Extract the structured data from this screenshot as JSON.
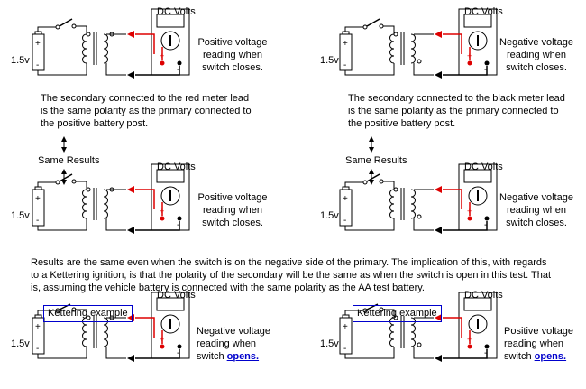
{
  "circuits": [
    {
      "id": "c1",
      "battery": "1.5v",
      "meter_title": "DC Volts",
      "desc": "Positive voltage\nreading when\nswitch closes.",
      "desc_emph": ""
    },
    {
      "id": "c2",
      "battery": "1.5v",
      "meter_title": "DC Volts",
      "desc": "Negative voltage\nreading when\nswitch closes.",
      "desc_emph": ""
    },
    {
      "id": "c3",
      "battery": "1.5v",
      "meter_title": "DC Volts",
      "desc": "Positive voltage\nreading when\nswitch closes.",
      "desc_emph": ""
    },
    {
      "id": "c4",
      "battery": "1.5v",
      "meter_title": "DC Volts",
      "desc": "Negative voltage\nreading when\nswitch closes.",
      "desc_emph": ""
    },
    {
      "id": "c5",
      "battery": "1.5v",
      "meter_title": "DC Volts",
      "desc": "Negative voltage\nreading when\nswitch ",
      "desc_emph": "opens."
    },
    {
      "id": "c6",
      "battery": "1.5v",
      "meter_title": "DC Volts",
      "desc": "Positive voltage\nreading when\nswitch ",
      "desc_emph": "opens."
    }
  ],
  "notes": {
    "left": "The secondary connected to the red meter lead\nis the same polarity as the primary connected to\nthe positive battery post.",
    "right": "The secondary connected to the black meter lead\nis the same polarity as the primary connected to\nthe positive battery post.",
    "same_left": "Same Results",
    "same_right": "Same Results",
    "paragraph": "Results are the same even when the switch is on the negative side of the primary.  The implication of this, with regards\nto a Kettering ignition, is that the polarity of the secondary will be the same as when the switch is open in this test.  That\nis, assuming the vehicle battery is connected with the same polarity as the AA test battery."
  },
  "kettering": {
    "left": "Kettering example",
    "right": "Kettering example"
  },
  "colors": {
    "red_lead": "#dd0000",
    "black_lead": "#000000",
    "link_blue": "#0000cc"
  }
}
